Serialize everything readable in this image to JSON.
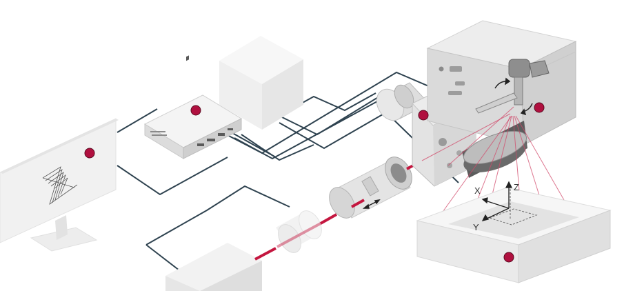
{
  "axes": {
    "x_label": "X",
    "y_label": "Y",
    "z_label": "Z"
  },
  "colors": {
    "accent": "#b0103f",
    "laser": "#c4163f",
    "cable": "#2f4350",
    "panel_light": "#f0f0f0",
    "panel_mid": "#d8d8d8",
    "panel_dark": "#bdbdbd"
  },
  "hotspots": [
    {
      "name": "monitor-hotspot"
    },
    {
      "name": "controller-hotspot"
    },
    {
      "name": "camera-hotspot"
    },
    {
      "name": "scan-head-hotspot"
    },
    {
      "name": "workpiece-hotspot"
    }
  ],
  "icons": {
    "logo": "scanner-logo-icon",
    "rotate": "rotate-arrow-icon",
    "move": "double-arrow-icon"
  }
}
